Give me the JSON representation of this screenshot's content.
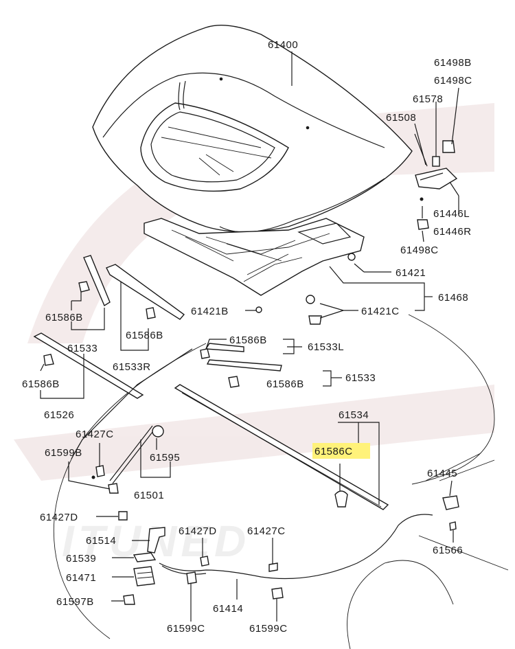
{
  "highlight_color": "#fff27a",
  "watermark_color": "#f1e6e6",
  "labels": {
    "p61400": "61400",
    "p61498B": "61498B",
    "p61498C_top": "61498C",
    "p61578": "61578",
    "p61508": "61508",
    "p61446L": "61446L",
    "p61446R": "61446R",
    "p61498C_bot": "61498C",
    "p61421": "61421",
    "p61468": "61468",
    "p61421B": "61421B",
    "p61421C": "61421C",
    "p61586B_1": "61586B",
    "p61533_1": "61533",
    "p61586B_2": "61586B",
    "p61533R": "61533R",
    "p61586B_3": "61586B",
    "p61533L": "61533L",
    "p61586B_4": "61586B",
    "p61533_2": "61533",
    "p61586B_5": "61586B",
    "p61526": "61526",
    "p61534": "61534",
    "p61586C": "61586C",
    "p61427C_1": "61427C",
    "p61599B": "61599B",
    "p61595": "61595",
    "p61501": "61501",
    "p61445": "61445",
    "p61427D_1": "61427D",
    "p61514": "61514",
    "p61427D_2": "61427D",
    "p61427C_2": "61427C",
    "p61539": "61539",
    "p61566": "61566",
    "p61471": "61471",
    "p61597B": "61597B",
    "p61414": "61414",
    "p61599C_1": "61599C",
    "p61599C_2": "61599C"
  }
}
